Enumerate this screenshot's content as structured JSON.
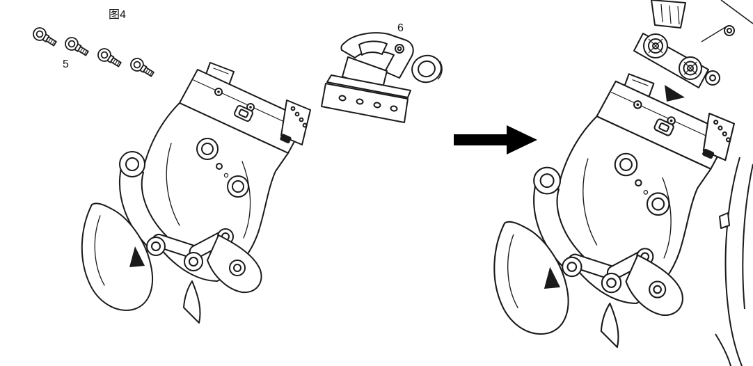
{
  "figure": {
    "title": "图4",
    "callouts": [
      {
        "label": "5",
        "target": "mounting-screws"
      },
      {
        "label": "6",
        "target": "clamp-bracket"
      }
    ]
  },
  "colors": {
    "line": "#1a1a1a",
    "arrow": "#000000",
    "background": "#ffffff"
  }
}
